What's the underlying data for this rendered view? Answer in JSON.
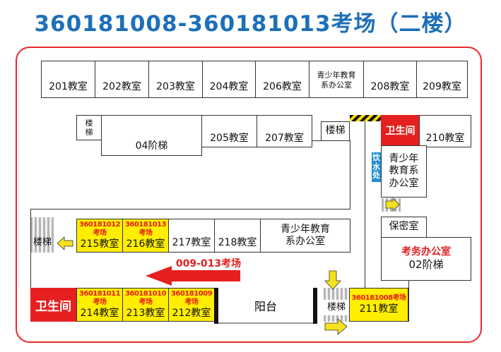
{
  "title": "360181008-360181013考场（二楼）",
  "rooms": {
    "r201": "201教室",
    "r202": "202教室",
    "r203": "203教室",
    "r204": "204教室",
    "r206": "206教室",
    "youth_office_top": "青少年教育系办公室",
    "r208": "208教室",
    "r209": "209教室",
    "stair_small": "楼梯",
    "stair_04": "04阶梯",
    "r205": "205教室",
    "r207": "207教室",
    "stair_mid": "楼梯",
    "toilet_right": "卫生间",
    "r210": "210教室",
    "water": "饮水处",
    "youth_office_right": "青少年教育系办公室",
    "security": "保密室",
    "exam_office": "考务办公室",
    "stair_02": "02阶梯",
    "stair_left": "楼梯",
    "r217": "217教室",
    "r218": "218教室",
    "youth_office_mid": "青少年教育系办公室",
    "toilet_left": "卫生间",
    "balcony": "阳台",
    "stair_bottom": "楼梯"
  },
  "exam_rooms": {
    "r215": {
      "exam": "360181012考场",
      "room": "215教室"
    },
    "r216": {
      "exam": "360181013考场",
      "room": "216教室"
    },
    "r214": {
      "exam": "360181011考场",
      "room": "214教室"
    },
    "r213": {
      "exam": "360181010考场",
      "room": "213教室"
    },
    "r212": {
      "exam": "360181009考场",
      "room": "212教室"
    },
    "r211": {
      "exam": "360181008考场",
      "room": "211教室"
    }
  },
  "corridor_label": "009-013考场",
  "colors": {
    "title": "#1d6fb8",
    "frame": "#e62a2a",
    "exam_highlight": "#ffee00",
    "exam_text": "#e31e1e",
    "toilet": "#e62020",
    "water": "#1e8fd2"
  }
}
